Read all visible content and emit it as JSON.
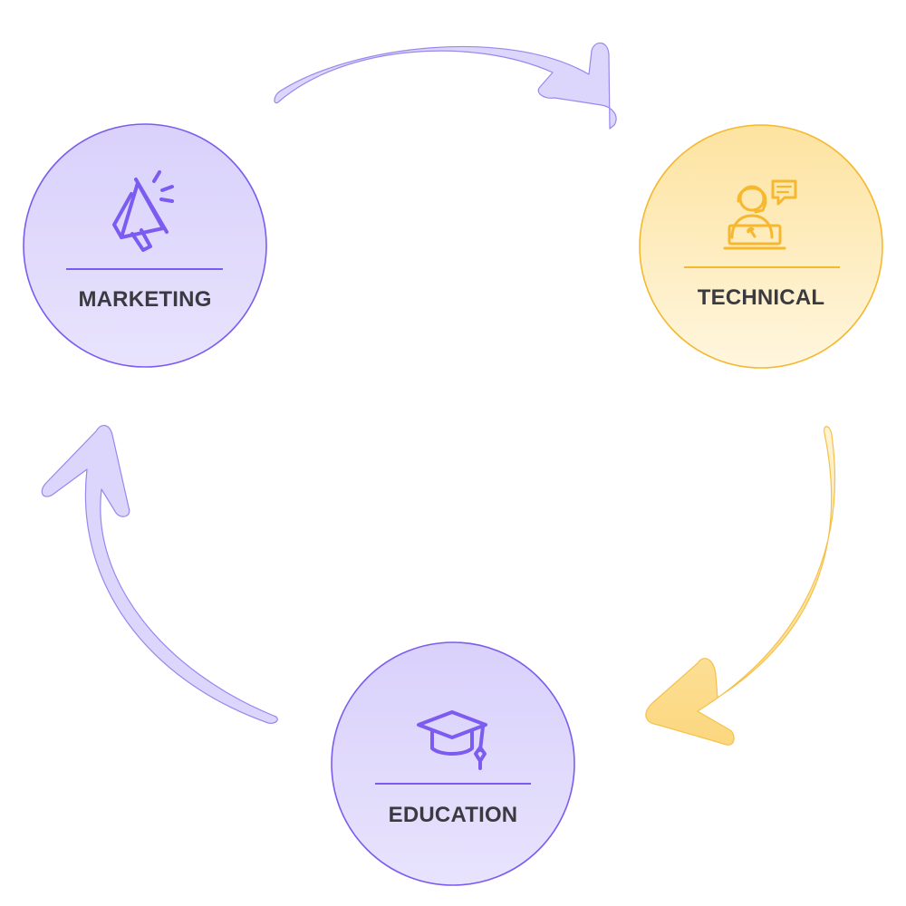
{
  "diagram": {
    "type": "cycle",
    "stages": [
      {
        "id": "marketing",
        "label": "MARKETING",
        "icon": "megaphone-icon",
        "theme_color": "#7c5cf0",
        "fill_color": "#ddd6fc"
      },
      {
        "id": "technical",
        "label": "TECHNICAL",
        "icon": "support-agent-icon",
        "theme_color": "#f5b82e",
        "fill_color": "#fde9b4"
      },
      {
        "id": "education",
        "label": "EDUCATION",
        "icon": "graduation-cap-icon",
        "theme_color": "#7c5cf0",
        "fill_color": "#ddd6fc"
      }
    ],
    "flow": [
      {
        "from": "marketing",
        "to": "technical",
        "color": "#ddd6fc"
      },
      {
        "from": "technical",
        "to": "education",
        "color": "#fde9b4"
      },
      {
        "from": "education",
        "to": "marketing",
        "color": "#ddd6fc"
      }
    ]
  }
}
